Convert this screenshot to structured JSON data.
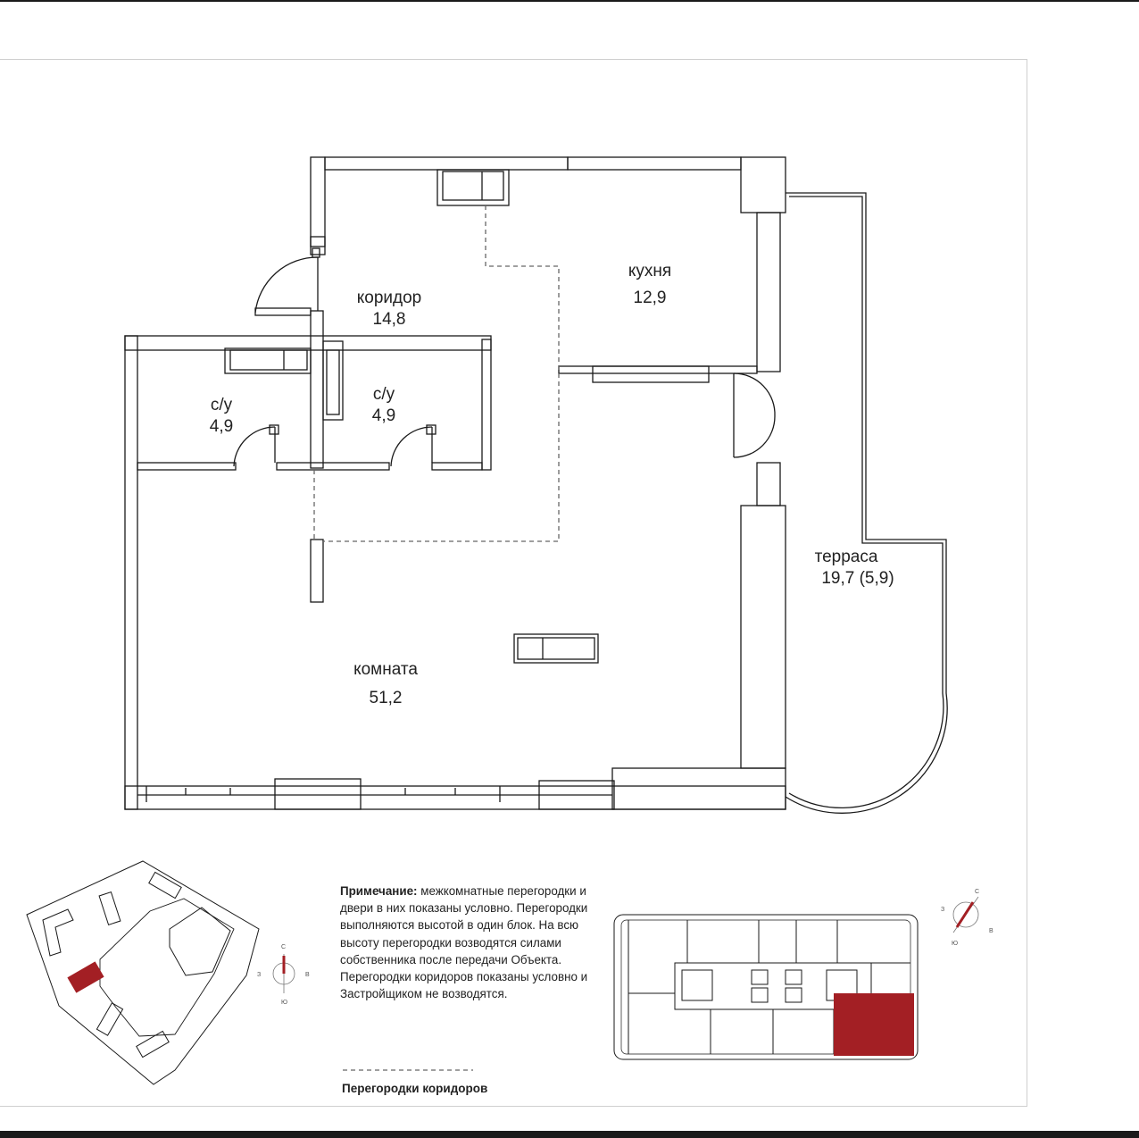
{
  "rooms": {
    "corridor": {
      "name": "коридор",
      "area": "14,8"
    },
    "kitchen": {
      "name": "кухня",
      "area": "12,9"
    },
    "bath1": {
      "name": "с/у",
      "area": "4,9"
    },
    "bath2": {
      "name": "с/у",
      "area": "4,9"
    },
    "terrace": {
      "name": "терраса",
      "area": "19,7 (5,9)"
    },
    "living": {
      "name": "комната",
      "area": "51,2"
    }
  },
  "note": {
    "title": "Примечание:",
    "text": "межкомнатные перегородки и двери в них показаны условно. Перегородки выполняются высотой в один блок. На всю высоту перегородки возводятся силами собственника после передачи Объекта. Перегородки коридоров показаны условно и Застройщиком не возводятся."
  },
  "legend": {
    "dashed_label": "Перегородки коридоров"
  },
  "compass": {
    "north": "С",
    "south": "Ю",
    "west": "З",
    "east": "В"
  },
  "colors": {
    "highlight": "#a31f24",
    "wall": "#1a1a1a",
    "dashed": "#666666"
  }
}
